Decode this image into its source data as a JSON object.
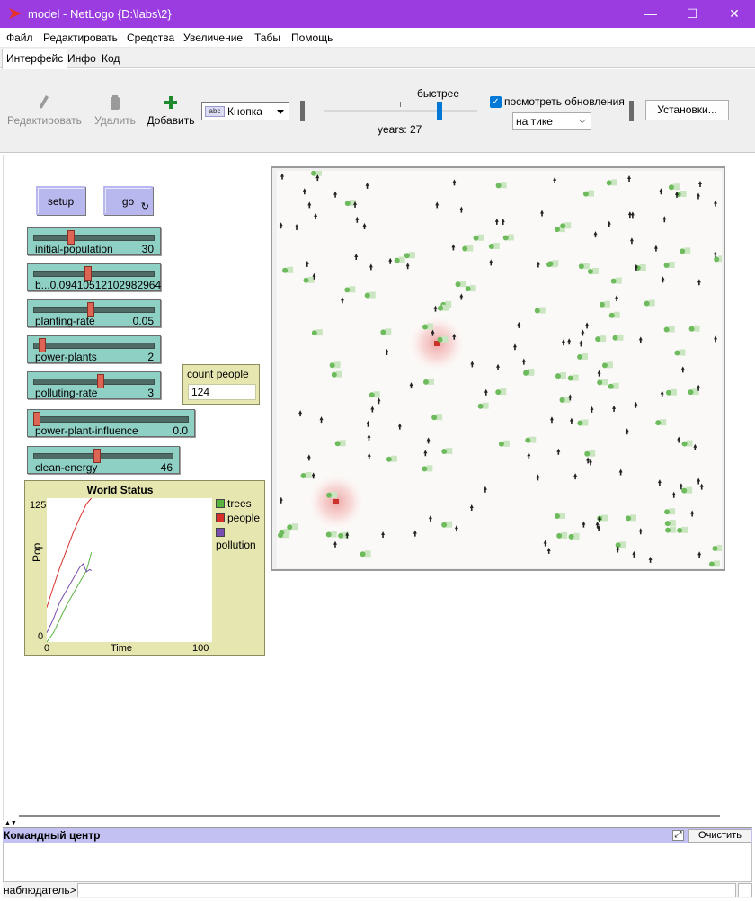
{
  "window": {
    "title": "model - NetLogo {D:\\labs\\2}",
    "minimize": "—",
    "maximize": "☐",
    "close": "✕"
  },
  "menu": [
    "Файл",
    "Редактировать",
    "Средства",
    "Увеличение",
    "Табы",
    "Помощь"
  ],
  "tabs": [
    "Интерфейс",
    "Инфо",
    "Код"
  ],
  "toolbar": {
    "edit_label": "Редактировать",
    "delete_label": "Удалить",
    "add_label": "Добавить",
    "widget_type": "Кнопка",
    "widget_icon_text": "abc",
    "speed_label": "быстрее",
    "speed_level": 0.75,
    "ticks_label": "years: 27",
    "view_updates_label": "посмотреть обновления",
    "view_updates_checked": true,
    "update_mode": "на тике",
    "settings_label": "Установки..."
  },
  "buttons": {
    "setup": "setup",
    "go": "go",
    "go_forever_icon": "↻"
  },
  "sliders": [
    {
      "name": "initial-population",
      "value": "30",
      "level": 0.3
    },
    {
      "name": "b...0.09410512102982964",
      "value": "",
      "level": 0.45
    },
    {
      "name": "planting-rate",
      "value": "0.05",
      "level": 0.47
    },
    {
      "name": "power-plants",
      "value": "2",
      "level": 0.05
    },
    {
      "name": "polluting-rate",
      "value": "3",
      "level": 0.56
    },
    {
      "name": "power-plant-influence",
      "value": "0.0",
      "level": 0.0
    },
    {
      "name": "clean-energy",
      "value": "46",
      "level": 0.45
    }
  ],
  "monitor": {
    "label": "count people",
    "value": "124"
  },
  "plot": {
    "title": "World Status",
    "y_label": "Pop",
    "x_label": "Time",
    "y_min": "0",
    "y_max": "125",
    "x_min": "0",
    "x_max": "100",
    "legend": [
      {
        "name": "trees",
        "color": "#59b33f"
      },
      {
        "name": "people",
        "color": "#d7302b"
      },
      {
        "name": "pollution",
        "color": "#7a4eb0"
      }
    ]
  },
  "chart_data": {
    "type": "line",
    "title": "World Status",
    "xlabel": "Time",
    "ylabel": "Pop",
    "xlim": [
      0,
      100
    ],
    "ylim": [
      0,
      125
    ],
    "series": [
      {
        "name": "people",
        "x": [
          0,
          4,
          8,
          12,
          16,
          20,
          24,
          27
        ],
        "values": [
          30,
          48,
          65,
          80,
          95,
          108,
          120,
          130
        ]
      },
      {
        "name": "trees",
        "x": [
          0,
          4,
          8,
          12,
          16,
          20,
          24,
          27
        ],
        "values": [
          0,
          8,
          20,
          32,
          42,
          52,
          62,
          78
        ]
      },
      {
        "name": "pollution",
        "x": [
          0,
          4,
          8,
          12,
          16,
          20,
          22,
          24,
          26,
          27
        ],
        "values": [
          8,
          20,
          35,
          45,
          55,
          65,
          68,
          61,
          63,
          62
        ]
      }
    ]
  },
  "command_center": {
    "title": "Командный центр",
    "clear_label": "Очистить",
    "agent_prompt": "наблюдатель>",
    "expand_icon": "⤢"
  },
  "colors": {
    "titlebar": "#9a3ce0",
    "button": "#b8b8ef",
    "slider": "#8fd0c4",
    "monitor": "#e6e6b0",
    "tree": "#6dbb5c",
    "person": "#222222",
    "power_plant": "#c8322a"
  }
}
